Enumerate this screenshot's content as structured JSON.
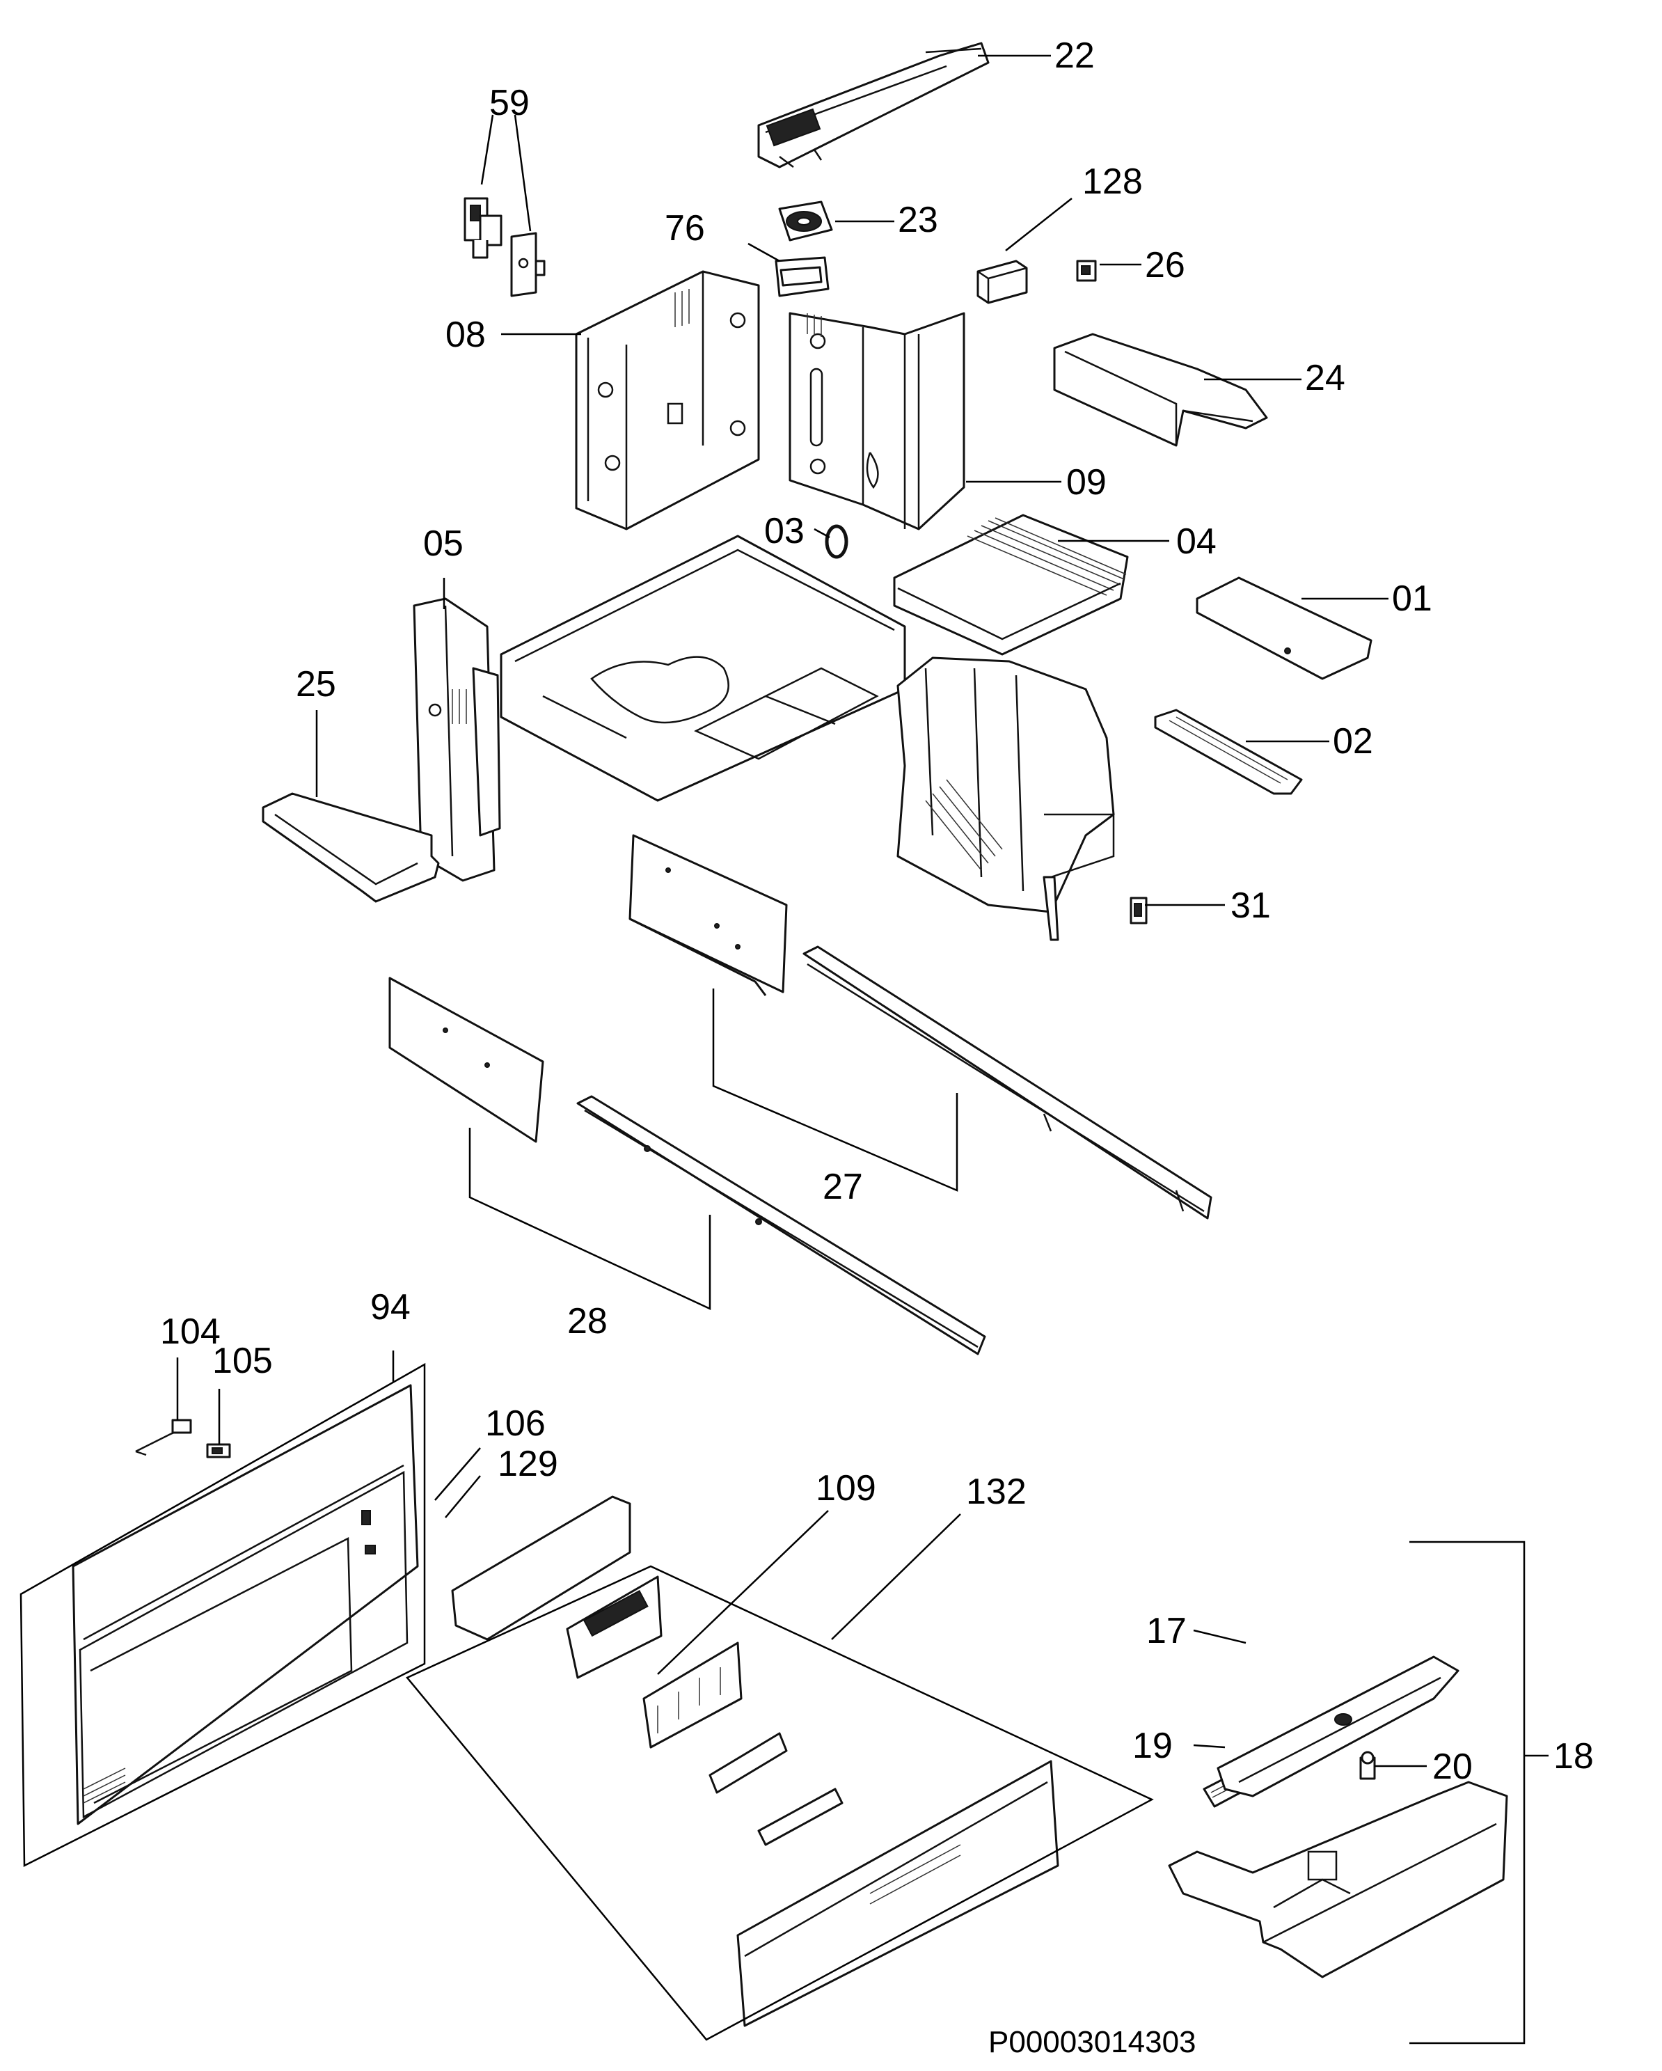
{
  "labels": {
    "l01": "01",
    "l02": "02",
    "l03": "03",
    "l04": "04",
    "l05": "05",
    "l08": "08",
    "l09": "09",
    "l17": "17",
    "l18": "18",
    "l19": "19",
    "l20": "20",
    "l22": "22",
    "l23": "23",
    "l24": "24",
    "l25": "25",
    "l26": "26",
    "l27": "27",
    "l28": "28",
    "l31": "31",
    "l59": "59",
    "l76": "76",
    "l94": "94",
    "l104": "104",
    "l105": "105",
    "l106": "106",
    "l109": "109",
    "l128": "128",
    "l129": "129",
    "l132": "132"
  },
  "drawing_code": "P00003014303"
}
